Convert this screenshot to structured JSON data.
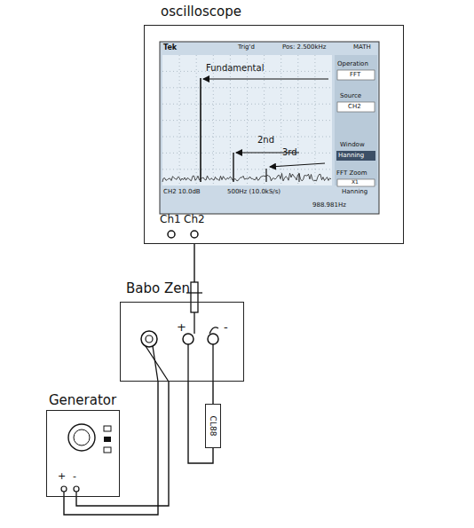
{
  "diagram": {
    "nodes": [
      {
        "text": [
          "oscilloscope"
        ]
      },
      {
        "text": [
          "Babo Zen"
        ]
      },
      {
        "text": [
          "Generator"
        ]
      },
      {
        "text": [
          "CL88"
        ]
      }
    ],
    "edges": [
      {
        "from": 0,
        "to": 1,
        "arrow": "none"
      },
      {
        "from": 2,
        "to": 1,
        "arrow": "none"
      },
      {
        "from": 2,
        "to": 1,
        "arrow": "none"
      },
      {
        "from": 1,
        "to": 3,
        "arrow": "none"
      },
      {
        "from": 1,
        "to": 3,
        "arrow": "none"
      }
    ],
    "labels": [
      "Tek",
      "Trig'd",
      "Pos: 2.500kHz",
      "MATH",
      "Operation",
      "FFT",
      "Source",
      "CH2",
      "Fundamental",
      "2nd",
      "3rd",
      "Window",
      "Hanning",
      "FFT Zoom",
      "X1",
      "CH2 10.0dB",
      "500Hz (10.0kS/s)",
      "Hanning",
      "988.981Hz",
      "Ch1",
      "Ch2",
      "+",
      "-",
      "+",
      "-"
    ]
  }
}
